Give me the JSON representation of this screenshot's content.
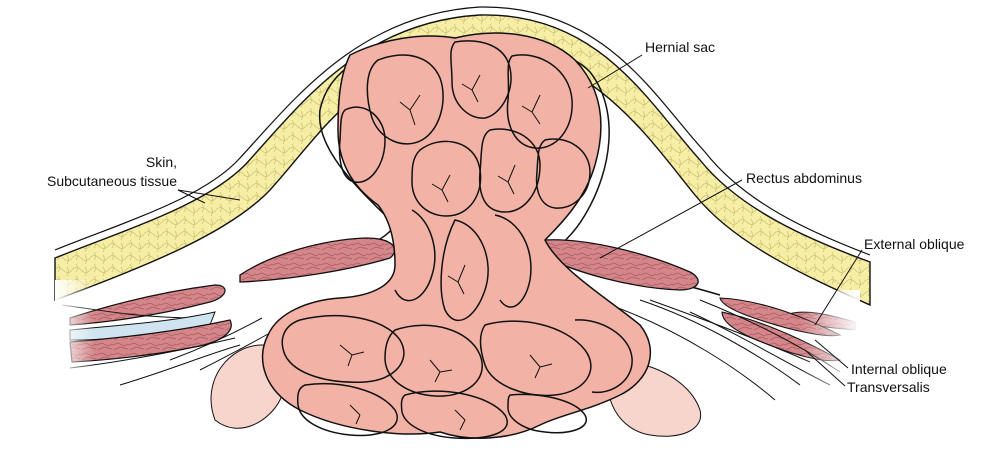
{
  "labels": {
    "hernial_sac": "Hernial sac",
    "skin_line1": "Skin,",
    "skin_line2": "Subcutaneous tissue",
    "rectus": "Rectus abdominus",
    "external_oblique": "External oblique",
    "internal_oblique": "Internal oblique",
    "transversalis": "Transversalis"
  },
  "colors": {
    "subcutaneous_fat": "#f6eea5",
    "fat_cells": "#cfc277",
    "muscle": "#d4868a",
    "muscle_fibers": "#a85a60",
    "bowel": "#f2b3a6",
    "bowel_shadow": "#f7d4cc",
    "transversalis_fascia": "#cfe4f0",
    "outline": "#111111"
  }
}
